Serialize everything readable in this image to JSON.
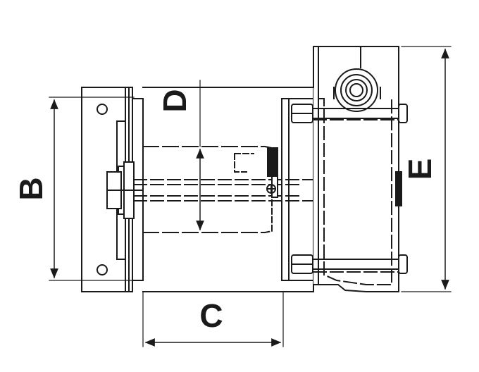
{
  "drawing": {
    "line_color": "#1a1a1a",
    "fill_color": "#ffffff",
    "dimensions": {
      "b": "B",
      "c": "C",
      "d": "D",
      "e": "E"
    }
  }
}
